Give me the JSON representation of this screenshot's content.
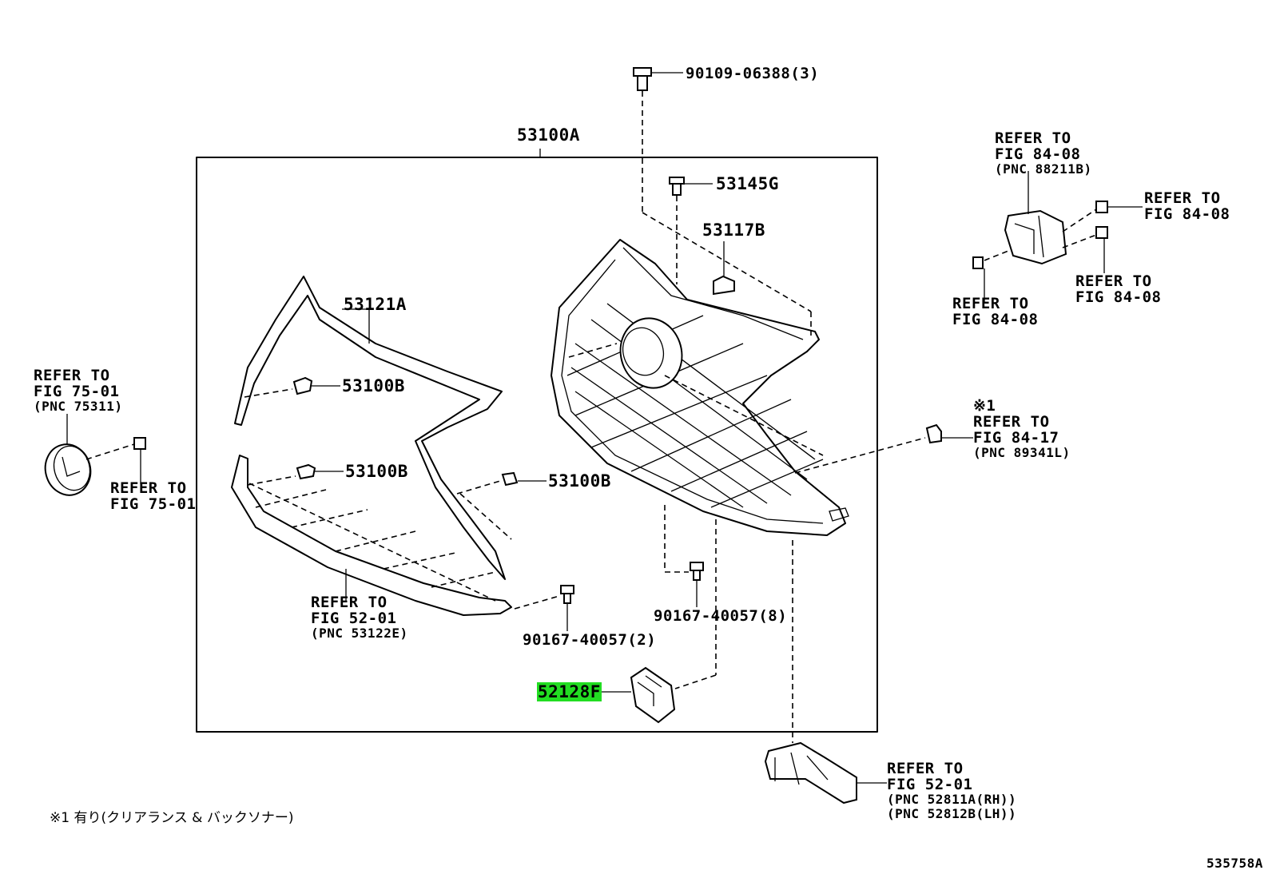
{
  "parts": {
    "p90109": "90109-06388(3)",
    "p53100A": "53100A",
    "p53145G": "53145G",
    "p53117B": "53117B",
    "p53121A": "53121A",
    "p53100B_1": "53100B",
    "p53100B_2": "53100B",
    "p53100B_3": "53100B",
    "p90167_8": "90167-40057(8)",
    "p90167_2": "90167-40057(2)",
    "p52128F": "52128F"
  },
  "refs": {
    "r7501a": {
      "l1": "REFER TO",
      "l2": "FIG 75-01",
      "l3": "(PNC 75311)"
    },
    "r7501b": {
      "l1": "REFER TO",
      "l2": "FIG 75-01"
    },
    "r5201a": {
      "l1": "REFER TO",
      "l2": "FIG 52-01",
      "l3": "(PNC 53122E)"
    },
    "r8408a": {
      "l1": "REFER TO",
      "l2": "FIG 84-08",
      "l3": "(PNC 88211B)"
    },
    "r8408b": {
      "l1": "REFER TO",
      "l2": "FIG 84-08"
    },
    "r8408c": {
      "l1": "REFER TO",
      "l2": "FIG 84-08"
    },
    "r8408d": {
      "l1": "REFER TO",
      "l2": "FIG 84-08"
    },
    "r8417": {
      "mark": "※1",
      "l1": "REFER TO",
      "l2": "FIG 84-17",
      "l3": "(PNC 89341L)"
    },
    "r5201b": {
      "l1": "REFER TO",
      "l2": "FIG 52-01",
      "l3": "(PNC 52811A(RH))",
      "l4": "(PNC 52812B(LH))"
    }
  },
  "footnote": "※1 有り(クリアランス & バックソナー)",
  "figure_id": "535758A",
  "highlight_color": "#22dd22"
}
